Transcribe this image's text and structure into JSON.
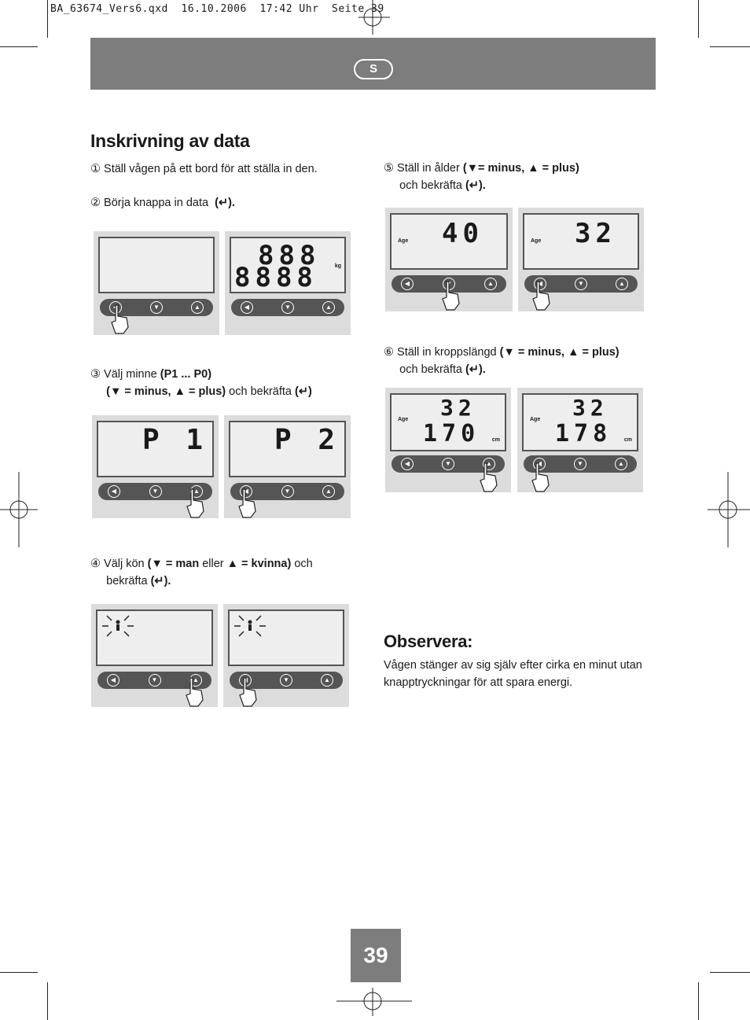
{
  "slug": "BA_63674_Vers6.qxd  16.10.2006  17:42 Uhr  Seite 39",
  "lang_badge": "S",
  "section_title": "Inskrivning av data",
  "steps": {
    "s1": {
      "num": "①",
      "text": "Ställ vågen på ett bord för att ställa in den."
    },
    "s2": {
      "num": "②",
      "text": "Börja knappa in data",
      "bold": "(↵)."
    },
    "s3": {
      "num": "③",
      "text": "Välj minne",
      "bold1": "(P1 ... P0)",
      "bold2": "(▼ = minus, ▲ = plus)",
      "text2": "och bekräfta",
      "bold3": "(↵)"
    },
    "s4": {
      "num": "④",
      "text": "Välj kön",
      "bold1": "(▼ =  man",
      "text2": "eller",
      "bold2": "▲ =  kvinna)",
      "text3": "och",
      "text4": "bekräfta",
      "bold3": "(↵)."
    },
    "s5": {
      "num": "⑤",
      "text": "Ställ in ålder",
      "bold1": "(▼= minus, ▲ = plus)",
      "text2": "och bekräfta",
      "bold2": "(↵)."
    },
    "s6": {
      "num": "⑥",
      "text": "Ställ in kroppslängd",
      "bold1": "(▼ = minus, ▲ = plus)",
      "text2": "och bekräfta",
      "bold2": "(↵)."
    }
  },
  "displays": {
    "d2b_top": "888",
    "d2b_bot": "8888",
    "d2b_unit": "kg",
    "d3a": "P 1",
    "d3b": "P 2",
    "d5a": "40",
    "d5b": "32",
    "d6a_top": "32",
    "d6a_bot": "170",
    "d6b_top": "32",
    "d6b_bot": "178",
    "age_label": "Age",
    "cm_label": "cm"
  },
  "observe": {
    "title": "Observera:",
    "body": "Vågen stänger av sig själv efter cirka en minut utan knapptryckningar för att spara energi."
  },
  "page_number": "39"
}
